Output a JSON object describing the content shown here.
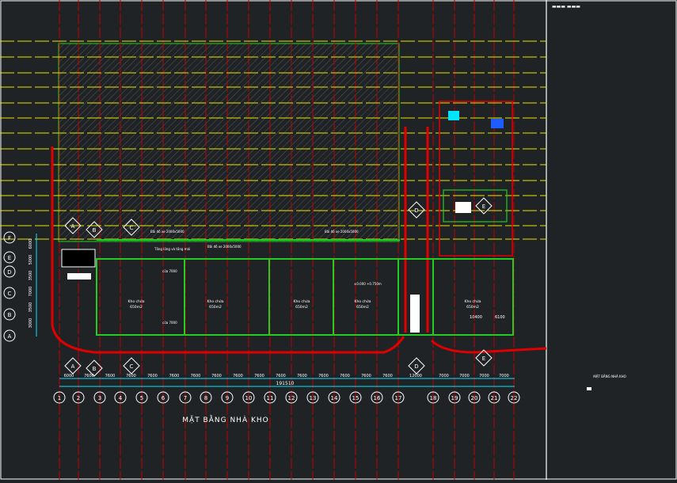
{
  "drawing": {
    "title": "MẶT BẰNG NHÀ KHO",
    "right_panel_header": "▬▬▬ ▬▬▬",
    "right_panel_note": "MẶT BẰNG NHÀ KHO",
    "total_dimension": "191510",
    "grid_columns": [
      "1",
      "2",
      "3",
      "4",
      "5",
      "6",
      "7",
      "8",
      "9",
      "10",
      "11",
      "12",
      "13",
      "14",
      "15",
      "16",
      "17",
      "18",
      "19",
      "20",
      "21",
      "22"
    ],
    "grid_rows": [
      "F",
      "E",
      "D",
      "C",
      "B",
      "A"
    ],
    "column_spacings": [
      "6000",
      "7600",
      "7600",
      "7600",
      "7600",
      "7600",
      "7600",
      "7600",
      "7600",
      "7600",
      "7600",
      "7600",
      "7600",
      "7600",
      "7600",
      "7600",
      "12000",
      "7000",
      "7000",
      "7000",
      "7000"
    ],
    "left_dimensions": [
      "6000",
      "5000",
      "3500",
      "7000",
      "3500",
      "3000"
    ],
    "section_markers": [
      "A",
      "B",
      "C",
      "D",
      "E"
    ],
    "room_labels": [
      "Kho chứa\n650m2",
      "Kho chứa\n650m2",
      "Kho chứa\n650m2",
      "Kho chứa\n650m2",
      "Kho chứa\n650m2"
    ],
    "yard_notes": [
      "Bãi đỗ xe 2000x5000",
      "Bãi đỗ xe 2000x5000",
      "Bãi đỗ xe 2000x5000",
      "Tầng lửng và tầng mái"
    ],
    "door_labels": [
      "cửa 7000",
      "cửa 7000"
    ],
    "level_note": "±0.000\n+0.750m",
    "right_dims": [
      "10400",
      "6100"
    ]
  },
  "colors": {
    "background": "#202326",
    "grid_red": "#c00000",
    "grid_yellow": "#e6e600",
    "wall_green": "#22cc22",
    "road_red": "#e00000",
    "white": "#ffffff",
    "cyan": "#00e5ff",
    "magenta": "#e000e0"
  }
}
